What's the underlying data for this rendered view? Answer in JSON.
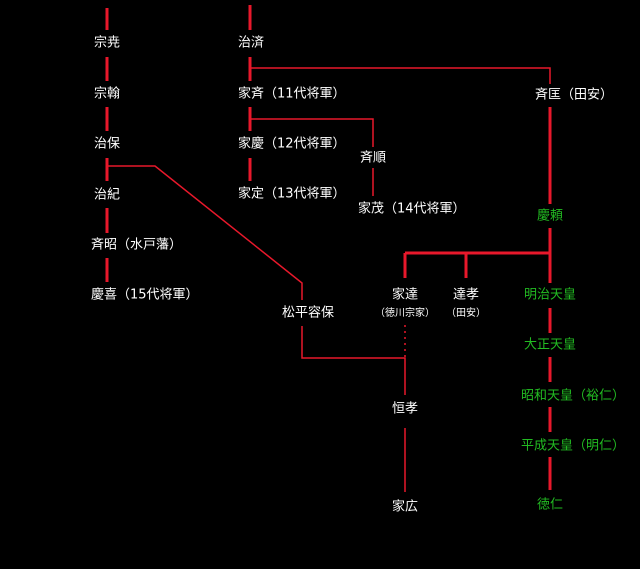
{
  "colors": {
    "background": "#000000",
    "line": "#e8182b",
    "text_default": "#ffffff",
    "text_imperial": "#22bb22"
  },
  "nodes": {
    "munetaka": "宗尭",
    "munemoto": "宗翰",
    "harumori": "治保",
    "harutoshi": "治紀",
    "nariaki": "斉昭（水戸藩）",
    "yoshinobu": "慶喜（15代将軍）",
    "harusada": "治済",
    "ienari": "家斉（11代将軍）",
    "ieyoshi": "家慶（12代将軍）",
    "iesada": "家定（13代将軍）",
    "naritsugu": "斉順",
    "iemochi": "家茂（14代将軍）",
    "narimasa": "斉匡（田安）",
    "yoshiyori": "慶頼",
    "matsudaira": "松平容保",
    "iesato": "家達",
    "iesato_sub": "（徳川宗家）",
    "satotaka": "達孝",
    "satotaka_sub": "（田安）",
    "tsunenari": "恒孝",
    "iehiro": "家広",
    "meiji": "明治天皇",
    "taisho": "大正天皇",
    "showa": "昭和天皇（裕仁）",
    "heisei": "平成天皇（明仁）",
    "naruhito": "徳仁"
  }
}
